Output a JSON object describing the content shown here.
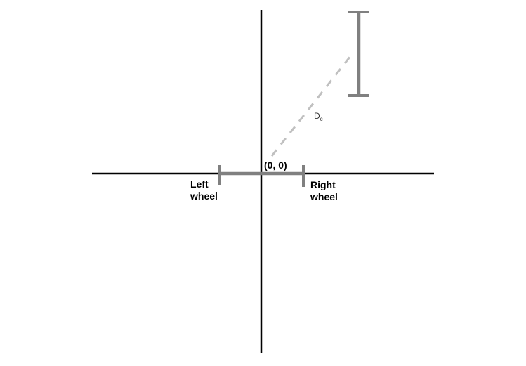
{
  "labels": {
    "origin": "(0, 0)",
    "left_wheel_line1": "Left",
    "left_wheel_line2": "wheel",
    "right_wheel_line1": "Right",
    "right_wheel_line2": "wheel",
    "distance_main": "D",
    "distance_sub": "c"
  },
  "colors": {
    "axis": "#000000",
    "wheelbase": "#808080",
    "target": "#808080",
    "dashed_line": "#c0c0c0"
  }
}
